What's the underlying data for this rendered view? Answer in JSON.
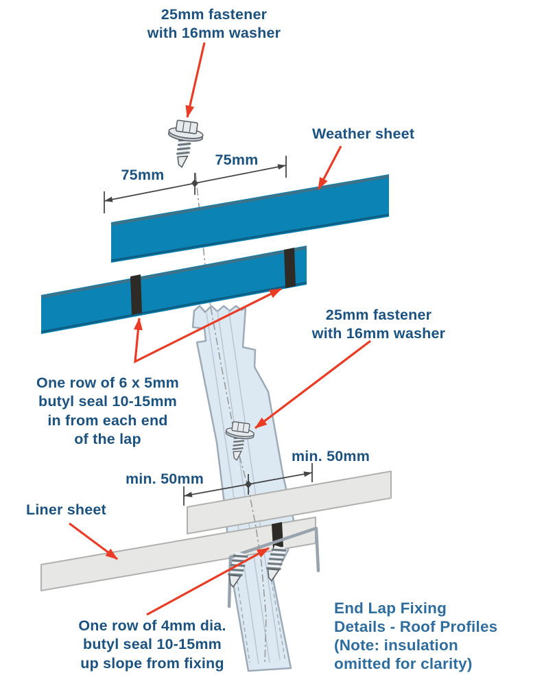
{
  "diagram": {
    "title_block": "End Lap Fixing\nDetails - Roof Profiles\n(Note: insulation\nomitted for clarity)",
    "labels": {
      "fastener_top": "25mm fastener\nwith 16mm washer",
      "weather_sheet": "Weather sheet",
      "fastener_mid": "25mm fastener\nwith 16mm washer",
      "butyl_seal_6mm": "One row of 6 x 5mm\nbutyl seal 10-15mm\nin from each end\nof the lap",
      "liner_sheet": "Liner sheet",
      "butyl_seal_4mm": "One row of 4mm dia.\nbutyl seal 10-15mm\nup slope from fixing"
    },
    "dimensions": {
      "top_left": "75mm",
      "top_right": "75mm",
      "mid_left": "min. 50mm",
      "mid_right": "min. 50mm"
    },
    "colors": {
      "accent_red": "#ea3b24",
      "sheet_blue": "#0b83b5",
      "label_blue": "#1b527f",
      "title_blue": "#2e6d9e",
      "purlin_fill": "#dce8f2",
      "liner_gray": "#e7e7e5",
      "seal_black": "#2e2a26"
    }
  }
}
